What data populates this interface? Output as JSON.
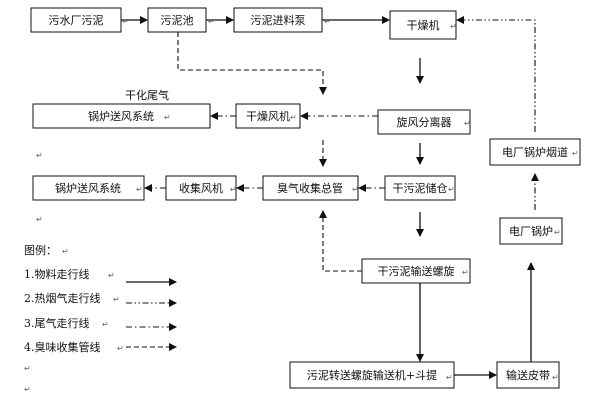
{
  "boxes": {
    "plant_sludge": "污水厂污泥",
    "sludge_tank": "污泥池",
    "feed_pump": "污泥进料泵",
    "dryer": "干燥机",
    "cyclone": "旋风分离器",
    "drying_fan": "干燥风机",
    "boiler_air_1": "锅炉送风系统",
    "dry_sludge_silo": "干污泥储仓",
    "odor_header": "臭气收集总管",
    "collect_fan": "收集风机",
    "boiler_air_2": "锅炉送风系统",
    "dry_sludge_screw": "干污泥输送螺旋",
    "transfer_screw": "污泥转送螺旋输送机+斗提",
    "conveyor_belt": "输送皮带",
    "power_boiler": "电厂锅炉",
    "boiler_flue": "电厂锅炉烟道"
  },
  "exhaust_label": "干化尾气",
  "legend": {
    "title": "图例：",
    "items": [
      {
        "label": "1.物料走行线",
        "style": "solid"
      },
      {
        "label": "2.热烟气走行线",
        "style": "dashdotdot"
      },
      {
        "label": "3.尾气走行线",
        "style": "dashdot"
      },
      {
        "label": "4.臭味收集管线",
        "style": "dashed"
      }
    ]
  },
  "paragraph_mark": "↵"
}
